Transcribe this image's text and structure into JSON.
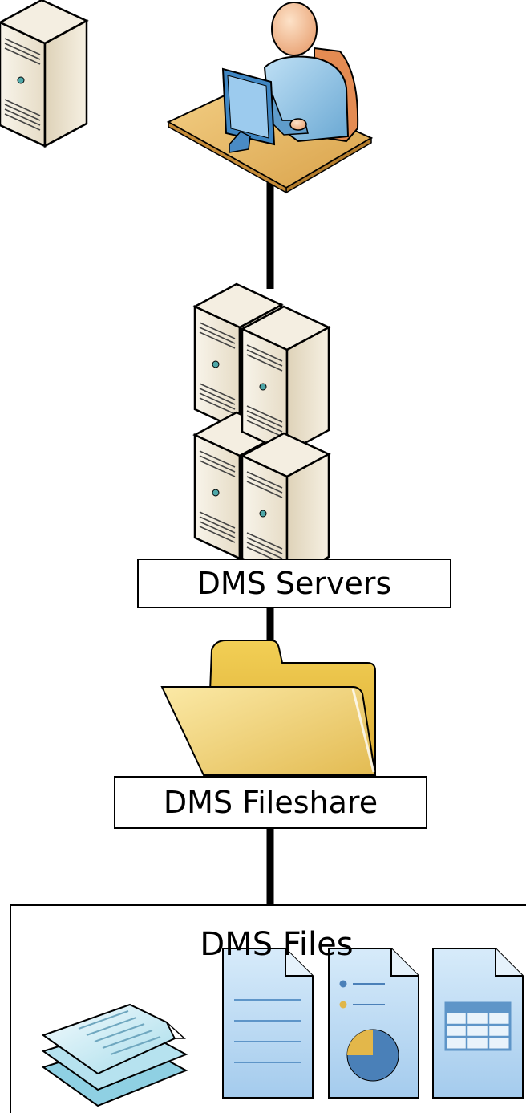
{
  "nodes": {
    "user": {
      "icon": "user-at-computer-icon"
    },
    "servers": {
      "icon": "server-stack-icon",
      "label": "DMS Servers"
    },
    "fileshare": {
      "icon": "folder-icon",
      "label": "DMS Fileshare"
    },
    "files": {
      "label": "DMS Files",
      "icons": [
        "document-stack-icon",
        "text-document-icon",
        "report-document-icon",
        "spreadsheet-document-icon"
      ]
    }
  },
  "colors": {
    "line": "#000000",
    "desk": "#e8b964",
    "person": "#7fb7d9",
    "server": "#efe7d7",
    "folder": "#e9c24a",
    "document": "#bcdaf3"
  }
}
